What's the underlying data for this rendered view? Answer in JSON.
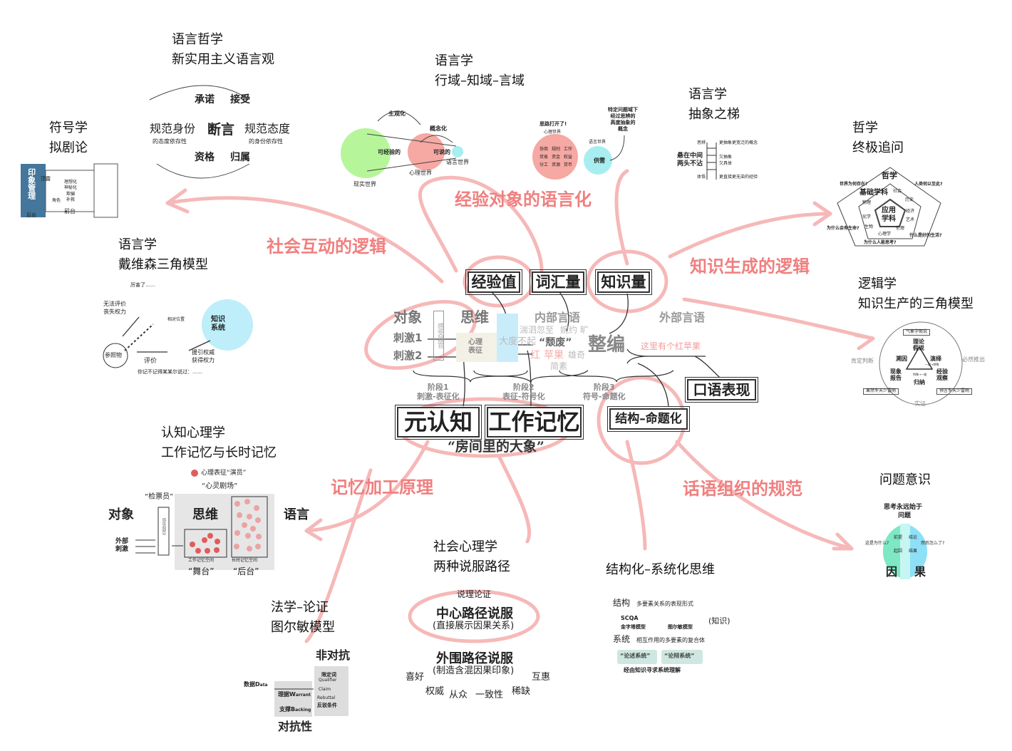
{
  "topics": [
    {
      "l1": "语言哲学",
      "l2": "新实用主义语言观"
    },
    {
      "l1": "语言学",
      "l2": "行域–知域–言域"
    },
    {
      "l1": "语言学",
      "l2": "抽象之梯"
    },
    {
      "l1": "符号学",
      "l2": "拟剧论"
    },
    {
      "l1": "哲学",
      "l2": "终极追问"
    },
    {
      "l1": "语言学",
      "l2": "戴维森三角模型"
    },
    {
      "l1": "逻辑学",
      "l2": "知识生产的三角模型"
    },
    {
      "l1": "认知心理学",
      "l2": "工作记忆与长时记忆"
    },
    {
      "l1": "问题意识"
    },
    {
      "l1": "社会心理学",
      "l2": "两种说服路径"
    },
    {
      "l1": "结构化–系统化思维"
    },
    {
      "l1": "法学–论证",
      "l2": "图尔敏模型"
    }
  ],
  "branches": [
    "社会互动的逻辑",
    "经验对象的语言化",
    "知识生成的逻辑",
    "记忆加工原理",
    "话语组织的规范"
  ],
  "colors": {
    "brush": "#f07f7f",
    "teal": "#8fd9c4",
    "cyan": "#a8eef0",
    "green": "#b7f59a",
    "pink": "#f6a8a3",
    "steel": "#44779b"
  },
  "center": {
    "boxes": {
      "exp": "经验值",
      "vocab": "词汇量",
      "know": "知识量",
      "meta": "元认知",
      "wm": "工作记忆",
      "struct": "结构–命题化",
      "oral": "口语表现"
    },
    "elephant": "“房间里的大象”",
    "object": "对象",
    "thinking": "思维",
    "inner": "内部言语",
    "outer": "外部言语",
    "stim1": "刺激1",
    "stim2": "刺激2",
    "sensor": "感受器官",
    "repr": "心理表征",
    "compile": "整编",
    "apple": "这里有个红苹果",
    "cloud": [
      "湍泗忽至",
      "婉约",
      "大度不起",
      "“颓废”",
      "旷",
      "红",
      "苹果",
      "雄奇",
      "简素"
    ],
    "stages": [
      {
        "a": "阶段1",
        "b": "刺激-表征化"
      },
      {
        "a": "阶段2",
        "b": "表征-符号化"
      },
      {
        "a": "阶段3",
        "b": "符号-命题化"
      }
    ]
  },
  "pragmatism": {
    "promise": "承诺",
    "accept": "接受",
    "assert": "断言",
    "qual": "资格",
    "belong": "归属",
    "ni": "规范身份",
    "ni_sub": "的态度依存性",
    "na": "规范态度",
    "na_sub": "的身份依存性"
  },
  "domains": {
    "subj": "主观化",
    "concept": "概念化",
    "exp": "可经验的",
    "say": "可说的",
    "real": "现实世界",
    "mind": "心理世界",
    "lang": "语言世界",
    "open": "思路打开了!",
    "mind2": "心理世界",
    "lang2": "语言世界",
    "note": "特定问题域下\n经过思辨的\n高度抽象的\n概念",
    "supply": "供需",
    "bubbles": [
      "协商",
      "规则",
      "工作",
      "贸易",
      "资金",
      "权益",
      "分工",
      "资源",
      "货币"
    ]
  },
  "ladder": {
    "mid1": "悬在中间",
    "mid2": "两头不沾",
    "top": "思辨",
    "top_r": "更抽象更宽泛的概念",
    "m1": "欠抽象",
    "m2": "欠具体",
    "bot": "体悟",
    "bot_r": "更直接更无染的经验"
  },
  "dramaturgy": {
    "impression": "印象管理",
    "back": "后台",
    "front": "前台",
    "role": "角色",
    "actions": [
      "理想化",
      "神秘化",
      "欺骗",
      "补救"
    ],
    "hide": "顶露"
  },
  "philosophy": {
    "phil": "哲学",
    "basic": "基础学科",
    "applied": "应用学科",
    "q": [
      "世界为何存在?",
      "人类何以至此?",
      "为什么会有生命?",
      "什么是好的生活?",
      "为什么人能思考?"
    ],
    "subjects": [
      "社会",
      "历史",
      "经济",
      "艺术",
      "伦理",
      "心理学",
      "生物",
      "化学",
      "物理"
    ]
  },
  "davidson": {
    "oops": "厉害了……",
    "cant": "无法评价",
    "lose": "丧失权力",
    "rel": "相对位置",
    "ks": "知识系统",
    "ref": "参照物",
    "eval": "评价",
    "cite": "援引权威",
    "gain": "获得权力",
    "q": "你记不记得某某尔说过：……"
  },
  "logic": {
    "hyp": "气象学假说",
    "theory": "理论",
    "assume": "假说",
    "abduct": "溯因",
    "deduct": "演绎",
    "phen": "现象",
    "report": "报告",
    "exp": "经验",
    "obs": "观察",
    "induct": "归纳",
    "affirm": "肯定判断",
    "infer": "必然推出",
    "verify": "实证",
    "pred": "预言冬天少雷雨",
    "fact": "果然冬天少雷雨",
    "g1": "一般→特殊",
    "g2": "特殊→一般"
  },
  "memory": {
    "legend": "心理表征“演员”",
    "theater": "“心灵剧场”",
    "checker": "“检票员”",
    "object": "对象",
    "thinking": "思维",
    "lang": "语言",
    "ext": "外部",
    "stim": "刺激",
    "sensor": "感受器官",
    "wm": "工作记忆空间",
    "ltm": "长时记忆空间",
    "stage": "“舞台”",
    "back": "“后台”"
  },
  "question": {
    "title1": "思考永远始于",
    "title2": "问题",
    "why": "这是为什么?",
    "then": "然后怎么了?",
    "cause": "因",
    "effect": "果",
    "inner": [
      "前提",
      "结论",
      "起因",
      "结果"
    ]
  },
  "persuasion": {
    "reason": "说理论证",
    "central": "中心路径说服",
    "central_sub": "(直接展示因果关系)",
    "peripheral": "外围路径说服",
    "peripheral_sub": "(制造含混因果印象)",
    "cues": [
      "喜好",
      "互惠",
      "权威",
      "从众",
      "一致性",
      "稀缺"
    ]
  },
  "structure": {
    "struct": "结构",
    "struct_d": "多要素关系的表现形式",
    "scqa": "SCQA",
    "pyramid": "金字塔模型",
    "toulmin": "图尔敏模型",
    "know": "(知识)",
    "sys": "系统",
    "sys_d": "相互作用的多要素的复合体",
    "narr": "“论述系统”",
    "debate": "“论辩系统”",
    "foot": "经由知识寻求系统理解"
  },
  "toulmin": {
    "nonadv": "非对抗",
    "adv": "对抗性",
    "data": "数据D",
    "data_s": "ata",
    "warrant": "理据W",
    "warrant_s": "arrant",
    "backing": "支撑B",
    "backing_s": "acking",
    "qual": "限定词",
    "qual_en": "Qualifier",
    "claim_en": "Claim",
    "rebut_en": "Rebuttal",
    "rebut": "反驳条件"
  }
}
